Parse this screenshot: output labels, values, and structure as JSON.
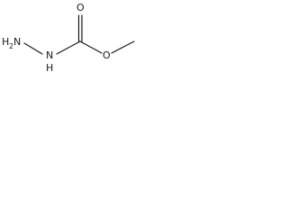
{
  "molecule": {
    "atoms": {
      "nh2_n": "N",
      "nh2_h": "H",
      "nh2_sub": "2",
      "nh": "N",
      "nh_h": "H",
      "carbonyl_o": "O",
      "ester_o": "O"
    }
  }
}
